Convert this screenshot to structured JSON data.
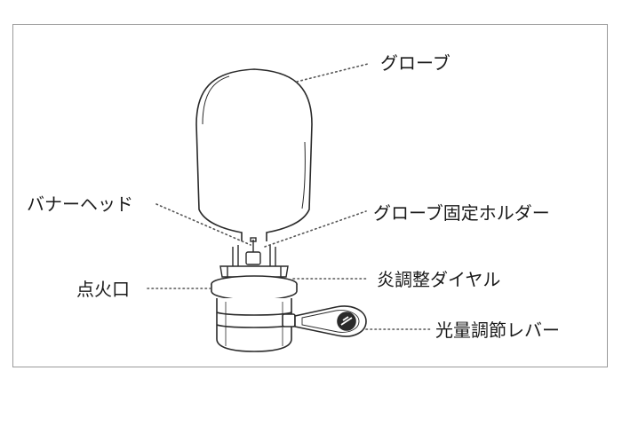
{
  "labels": {
    "globe": "グローブ",
    "burner_head": "バナーヘッド",
    "globe_holder": "グローブ固定ホルダー",
    "ignition_port": "点火口",
    "flame_dial": "炎調整ダイヤル",
    "light_lever": "光量調節レバー"
  },
  "colors": {
    "stroke": "#2a2a2a",
    "leader": "#555555",
    "frame": "#9a9a9a"
  }
}
